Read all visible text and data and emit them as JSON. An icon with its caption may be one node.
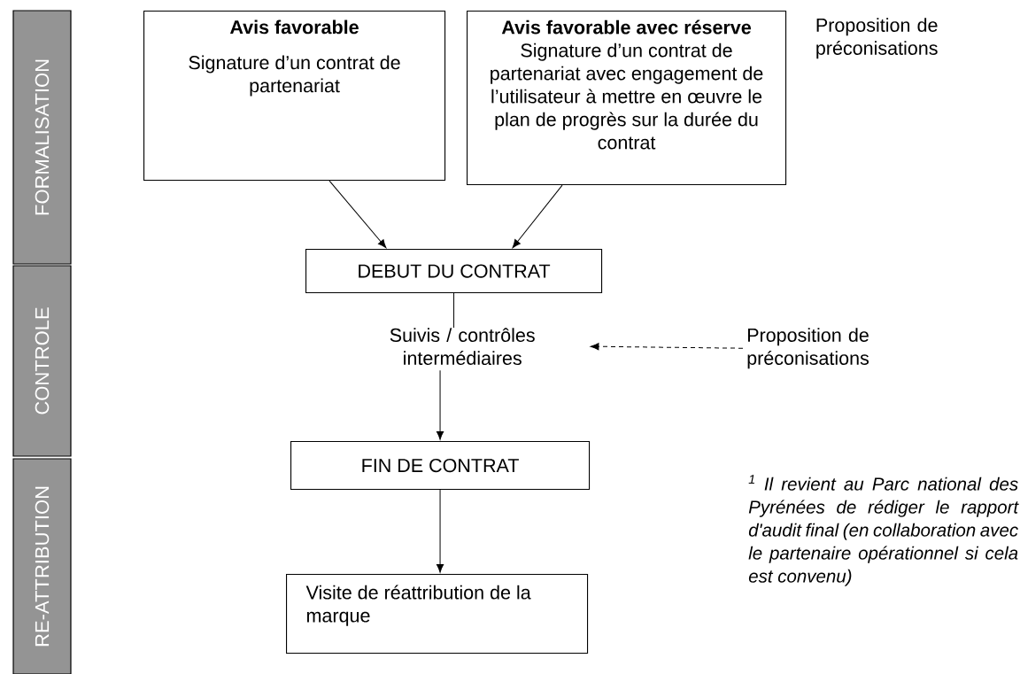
{
  "diagram": {
    "nodes": [
      {
        "text": [
          "FORMALISATION"
        ]
      },
      {
        "text": [
          "CONTROLE"
        ]
      },
      {
        "text": [
          "RE-ATTRIBUTION"
        ]
      },
      {
        "text": [
          "Avis favorable",
          "Signature d’un contrat de partenariat"
        ]
      },
      {
        "text": [
          "Avis favorable avec réserve",
          "Signature d’un contrat de partenariat avec engagement de l’utilisateur à mettre en œuvre le plan de progrès sur la durée du contrat"
        ]
      },
      {
        "text": [
          "DEBUT DU CONTRAT"
        ]
      },
      {
        "text": [
          "Suivis / contrôles intermédiaires"
        ]
      },
      {
        "text": [
          "Proposition de préconisations"
        ]
      },
      {
        "text": [
          "FIN DE CONTRAT"
        ]
      },
      {
        "text": [
          "Visite de réattribution de la marque"
        ]
      }
    ],
    "edges": [
      {
        "from": 3,
        "to": 5,
        "arrow": "to"
      },
      {
        "from": 4,
        "to": 5,
        "arrow": "to"
      },
      {
        "from": 5,
        "to": 6,
        "arrow": "none"
      },
      {
        "from": 7,
        "to": 6,
        "arrow": "to",
        "style": "dashed"
      },
      {
        "from": 6,
        "to": 8,
        "arrow": "to"
      },
      {
        "from": 8,
        "to": 9,
        "arrow": "to"
      }
    ],
    "labels": [
      "Proposition de préconisations",
      "$^{1}$ Il revient au Parc national des Pyrénées de rédiger le rapport d'audit final (en collaboration avec le partenaire opérationnel si cela est convenu)"
    ]
  }
}
